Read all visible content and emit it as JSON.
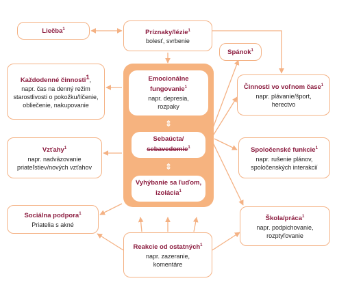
{
  "colors": {
    "box_border": "#f4b183",
    "core_fill": "#f6b37f",
    "arrow": "#f4b183",
    "title": "#8b1b3e"
  },
  "nodes": {
    "liecba": {
      "title": "Liečba",
      "sup": "1"
    },
    "priznaky": {
      "title": "Príznaky/lézie",
      "sup": "1",
      "text": "bolesť, svrbenie"
    },
    "spanok": {
      "title": "Spánok",
      "sup": "1"
    },
    "kazdodenne": {
      "title": "Každodenné činnosti",
      "sup": "1",
      "text": ",\nnapr. čas na denný režim starostlivosti o pokožku/líčenie, obliečenie, nakupovanie"
    },
    "cinnosti": {
      "title": "Činnosti vo voľnom čase",
      "sup": "1",
      "text": "napr. plávanie/šport, herectvo"
    },
    "vztahy": {
      "title": "Vzťahy",
      "sup": "1",
      "text": "napr. nadväzovanie priateľstiev/nových vzťahov"
    },
    "spolocenske": {
      "title": "Spoločenské funkcie",
      "sup": "1",
      "text": "napr. rušenie plánov, spoločenských interakcií"
    },
    "socialna": {
      "title": "Sociálna podpora",
      "sup": "1",
      "text": "Priatelia s akné"
    },
    "skola": {
      "title": "Škola/práca",
      "sup": "1",
      "text": "napr. podpichovanie, rozptyľovanie"
    },
    "reakcie": {
      "title": "Reakcie od ostatných",
      "sup": "1",
      "text": "napr. zazeranie, komentáre"
    }
  },
  "core": {
    "emocionalne": {
      "title": "Emocionálne fungovanie",
      "sup": "1",
      "text": "napr. depresia, rozpaky"
    },
    "sebaucta": {
      "title_a": "Sebaúcta/",
      "title_b": "sebavedomie",
      "sup": "1"
    },
    "vyhybanie": {
      "title": "Vyhýbanie sa ľuďom, izolácia",
      "sup": "1"
    },
    "link_glyph": "⇕"
  }
}
